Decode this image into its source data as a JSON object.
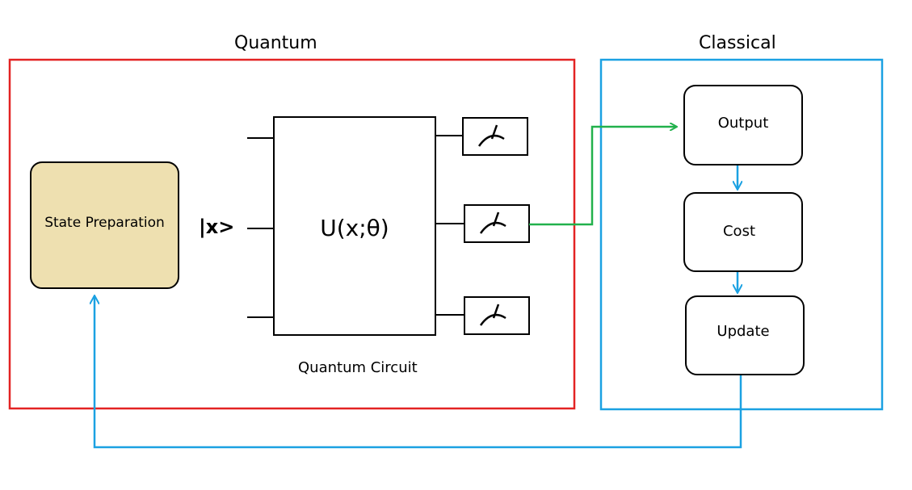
{
  "sections": {
    "quantum_title": "Quantum",
    "classical_title": "Classical"
  },
  "nodes": {
    "state_preparation": "State Preparation",
    "ket_x": "|x>",
    "unitary": "U(x;θ)",
    "circuit_caption": "Quantum Circuit",
    "output": "Output",
    "cost": "Cost",
    "update": "Update"
  },
  "colors": {
    "quantum_border": "#e32323",
    "classical_border": "#1ba1e2",
    "state_prep_fill": "#eee0b0",
    "data_arrow": "#22b14c",
    "feedback_arrow": "#1ba1e2"
  },
  "icons": [
    "meter-icon",
    "meter-icon",
    "meter-icon"
  ]
}
